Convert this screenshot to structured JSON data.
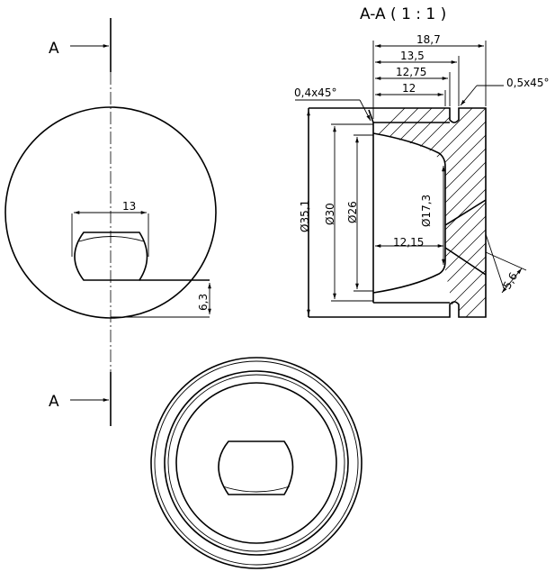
{
  "section": {
    "letter": "A",
    "view_title": "A-A ( 1 : 1 )"
  },
  "dims": {
    "len_18_7": "18,7",
    "len_13_5": "13,5",
    "len_12_75": "12,75",
    "len_12": "12",
    "chamfer_left": "0,4x45°",
    "chamfer_right": "0,5x45°",
    "dia_35_1": "Ø35,1",
    "dia_30": "Ø30",
    "dia_26": "Ø26",
    "dia_17_3": "Ø17,3",
    "len_12_15": "12,15",
    "len_5_6": "5,6",
    "slot_width": "13",
    "slot_offset": "6,3"
  },
  "colors": {
    "line": "#000000",
    "background": "#ffffff"
  }
}
